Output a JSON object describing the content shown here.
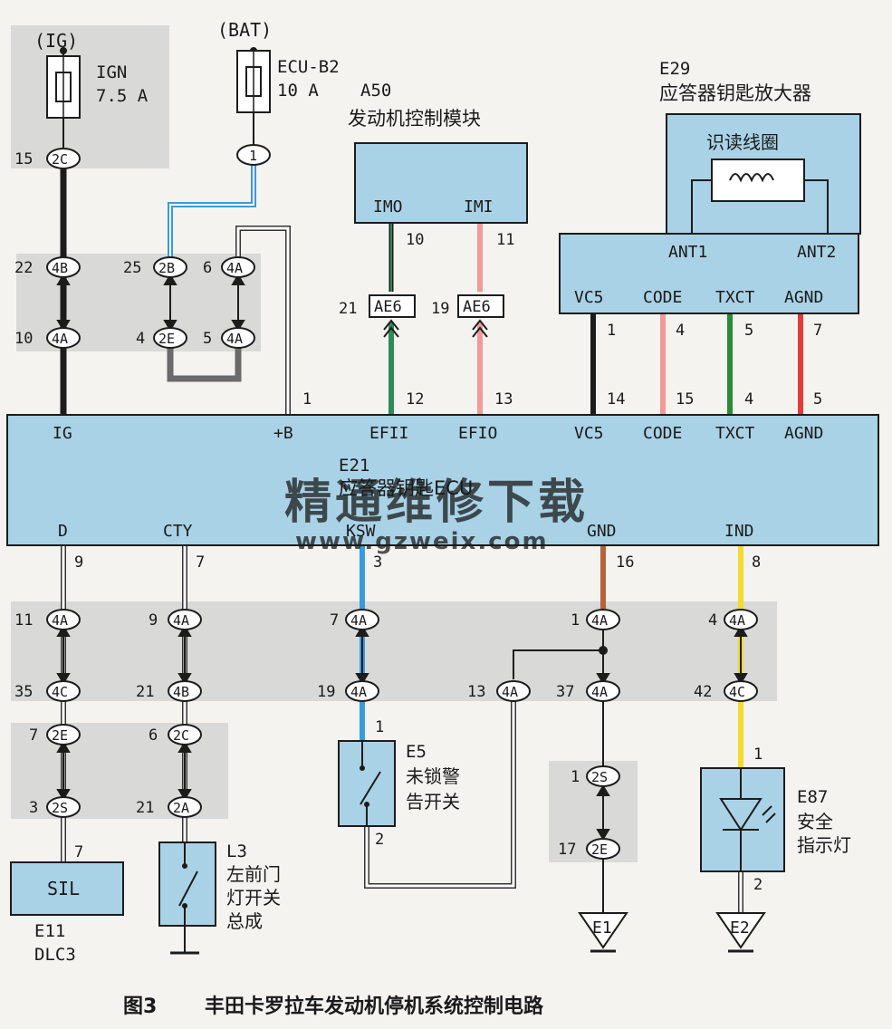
{
  "colors": {
    "grey_bg": "#d9d9d8",
    "module_fill": "#a9d2e6",
    "wire_black": "#1c1c1c",
    "wire_blue": "#3b9ad9",
    "wire_green": "#2f8a58",
    "wire_pink": "#f09a9a",
    "wire_red": "#e23b3b",
    "wire_brown": "#b3643a",
    "wire_yellow": "#f3da2b",
    "wire_dgreen": "#2a8a3a",
    "wire_grey": "#6a6a6a",
    "watermark": "#f2b36e"
  },
  "supply": {
    "ig_label": "(IG)",
    "ig_fuse_name": "IGN",
    "ig_fuse_rating": "7.5 A",
    "bat_label": "(BAT)",
    "bat_fuse_name": "ECU-B2",
    "bat_fuse_rating": "10 A"
  },
  "a50": {
    "id": "A50",
    "name": "发动机控制模块",
    "pin_imo": "IMO",
    "pin_imi": "IMI",
    "num_imo": "10",
    "num_imi": "11"
  },
  "e29": {
    "id": "E29",
    "name": "应答器钥匙放大器",
    "coil": "识读线圈",
    "ant1": "ANT1",
    "ant2": "ANT2",
    "pins": [
      "VC5",
      "CODE",
      "TXCT",
      "AGND"
    ],
    "nums": [
      "1",
      "4",
      "5",
      "7"
    ]
  },
  "e21": {
    "id": "E21",
    "name": "应答器钥匙ECU",
    "top_pins": [
      "IG",
      "+B",
      "EFII",
      "EFIO",
      "VC5",
      "CODE",
      "TXCT",
      "AGND"
    ],
    "top_nums": [
      "1",
      "12",
      "13",
      "14",
      "15",
      "4",
      "5"
    ],
    "bottom_pins": [
      "D",
      "CTY",
      "KSW",
      "GND",
      "IND"
    ],
    "bottom_nums": [
      "9",
      "7",
      "3",
      "16",
      "8"
    ]
  },
  "connectors": {
    "c_15": "15",
    "c_2c": "2C",
    "c_22": "22",
    "c_4b": "4B",
    "c_10": "10",
    "c_4a": "4A",
    "c_25": "25",
    "c_2b": "2B",
    "c_6": "6",
    "c_4": "4",
    "c_2e": "2E",
    "c_5": "5",
    "c_1": "1",
    "c_21": "21",
    "c_ae6": "AE6",
    "c_19": "19",
    "c_11": "11",
    "c_35": "35",
    "c_4c": "4C",
    "c_7": "7",
    "c_3": "3",
    "c_2s": "2S",
    "c_9": "9",
    "c_2a": "2A",
    "c_13": "13",
    "c_37": "37",
    "c_42": "42",
    "c_17": "17"
  },
  "devices": {
    "sil": "SIL",
    "e11": "E11",
    "dlc3": "DLC3",
    "l3_id": "L3",
    "l3_name1": "左前门",
    "l3_name2": "灯开关",
    "l3_name3": "总成",
    "e5_id": "E5",
    "e5_name1": "未锁警",
    "e5_name2": "告开关",
    "e87_id": "E87",
    "e87_name1": "安全",
    "e87_name2": "指示灯",
    "e1": "E1",
    "e2": "E2",
    "pin_1": "1",
    "pin_2": "2",
    "pin_7": "7"
  },
  "watermark": {
    "line1": "精通维修下载",
    "line2": "www.gzweix.com"
  },
  "caption": {
    "fig": "图3",
    "text": "丰田卡罗拉车发动机停机系统控制电路"
  }
}
